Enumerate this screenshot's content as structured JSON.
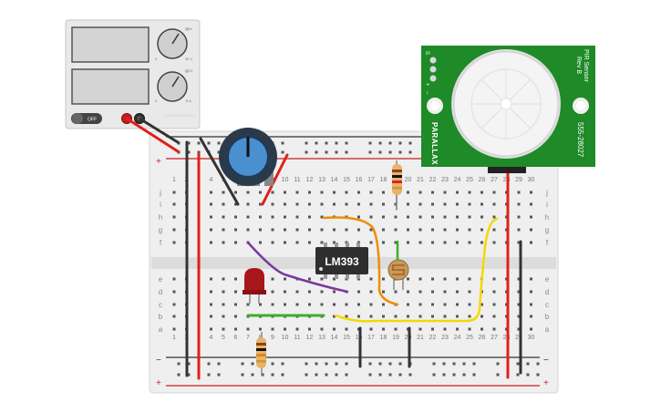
{
  "power_supply": {
    "voltage_knob_label": "5V",
    "voltage_knob_min": "0",
    "voltage_knob_max": "30 V",
    "current_knob_label": "CC",
    "current_knob_min": "0",
    "current_knob_max": "5 A",
    "switch_label": "OFF",
    "brand_text": "VOLTAGE SUPPLY"
  },
  "breadboard": {
    "row_labels_top": [
      "j",
      "i",
      "h",
      "g",
      "f"
    ],
    "row_labels_bottom": [
      "e",
      "d",
      "c",
      "b",
      "a"
    ],
    "column_numbers": [
      "1",
      "2",
      "3",
      "4",
      "5",
      "6",
      "7",
      "8",
      "9",
      "10",
      "11",
      "12",
      "13",
      "14",
      "15",
      "16",
      "17",
      "18",
      "19",
      "20",
      "21",
      "22",
      "23",
      "24",
      "25",
      "26",
      "27",
      "28",
      "29",
      "30"
    ],
    "rail_plus": "+",
    "rail_minus": "−"
  },
  "chip": {
    "label": "LM393"
  },
  "pir_sensor": {
    "title": "PIR Sensor",
    "revision": "Rev B",
    "brand": "PARALLAX",
    "part_number": "555-28027",
    "pin_labels": [
      "S",
      "+",
      "−"
    ]
  },
  "colors": {
    "wire_red": "#e0201c",
    "wire_black": "#333333",
    "wire_orange": "#f08c00",
    "wire_yellow": "#f5d800",
    "wire_green": "#3fae2a",
    "wire_purple": "#7a3aa0",
    "pir_green": "#1f8a28",
    "pot_blue": "#4a8fd0",
    "led_red": "#a8171c"
  }
}
